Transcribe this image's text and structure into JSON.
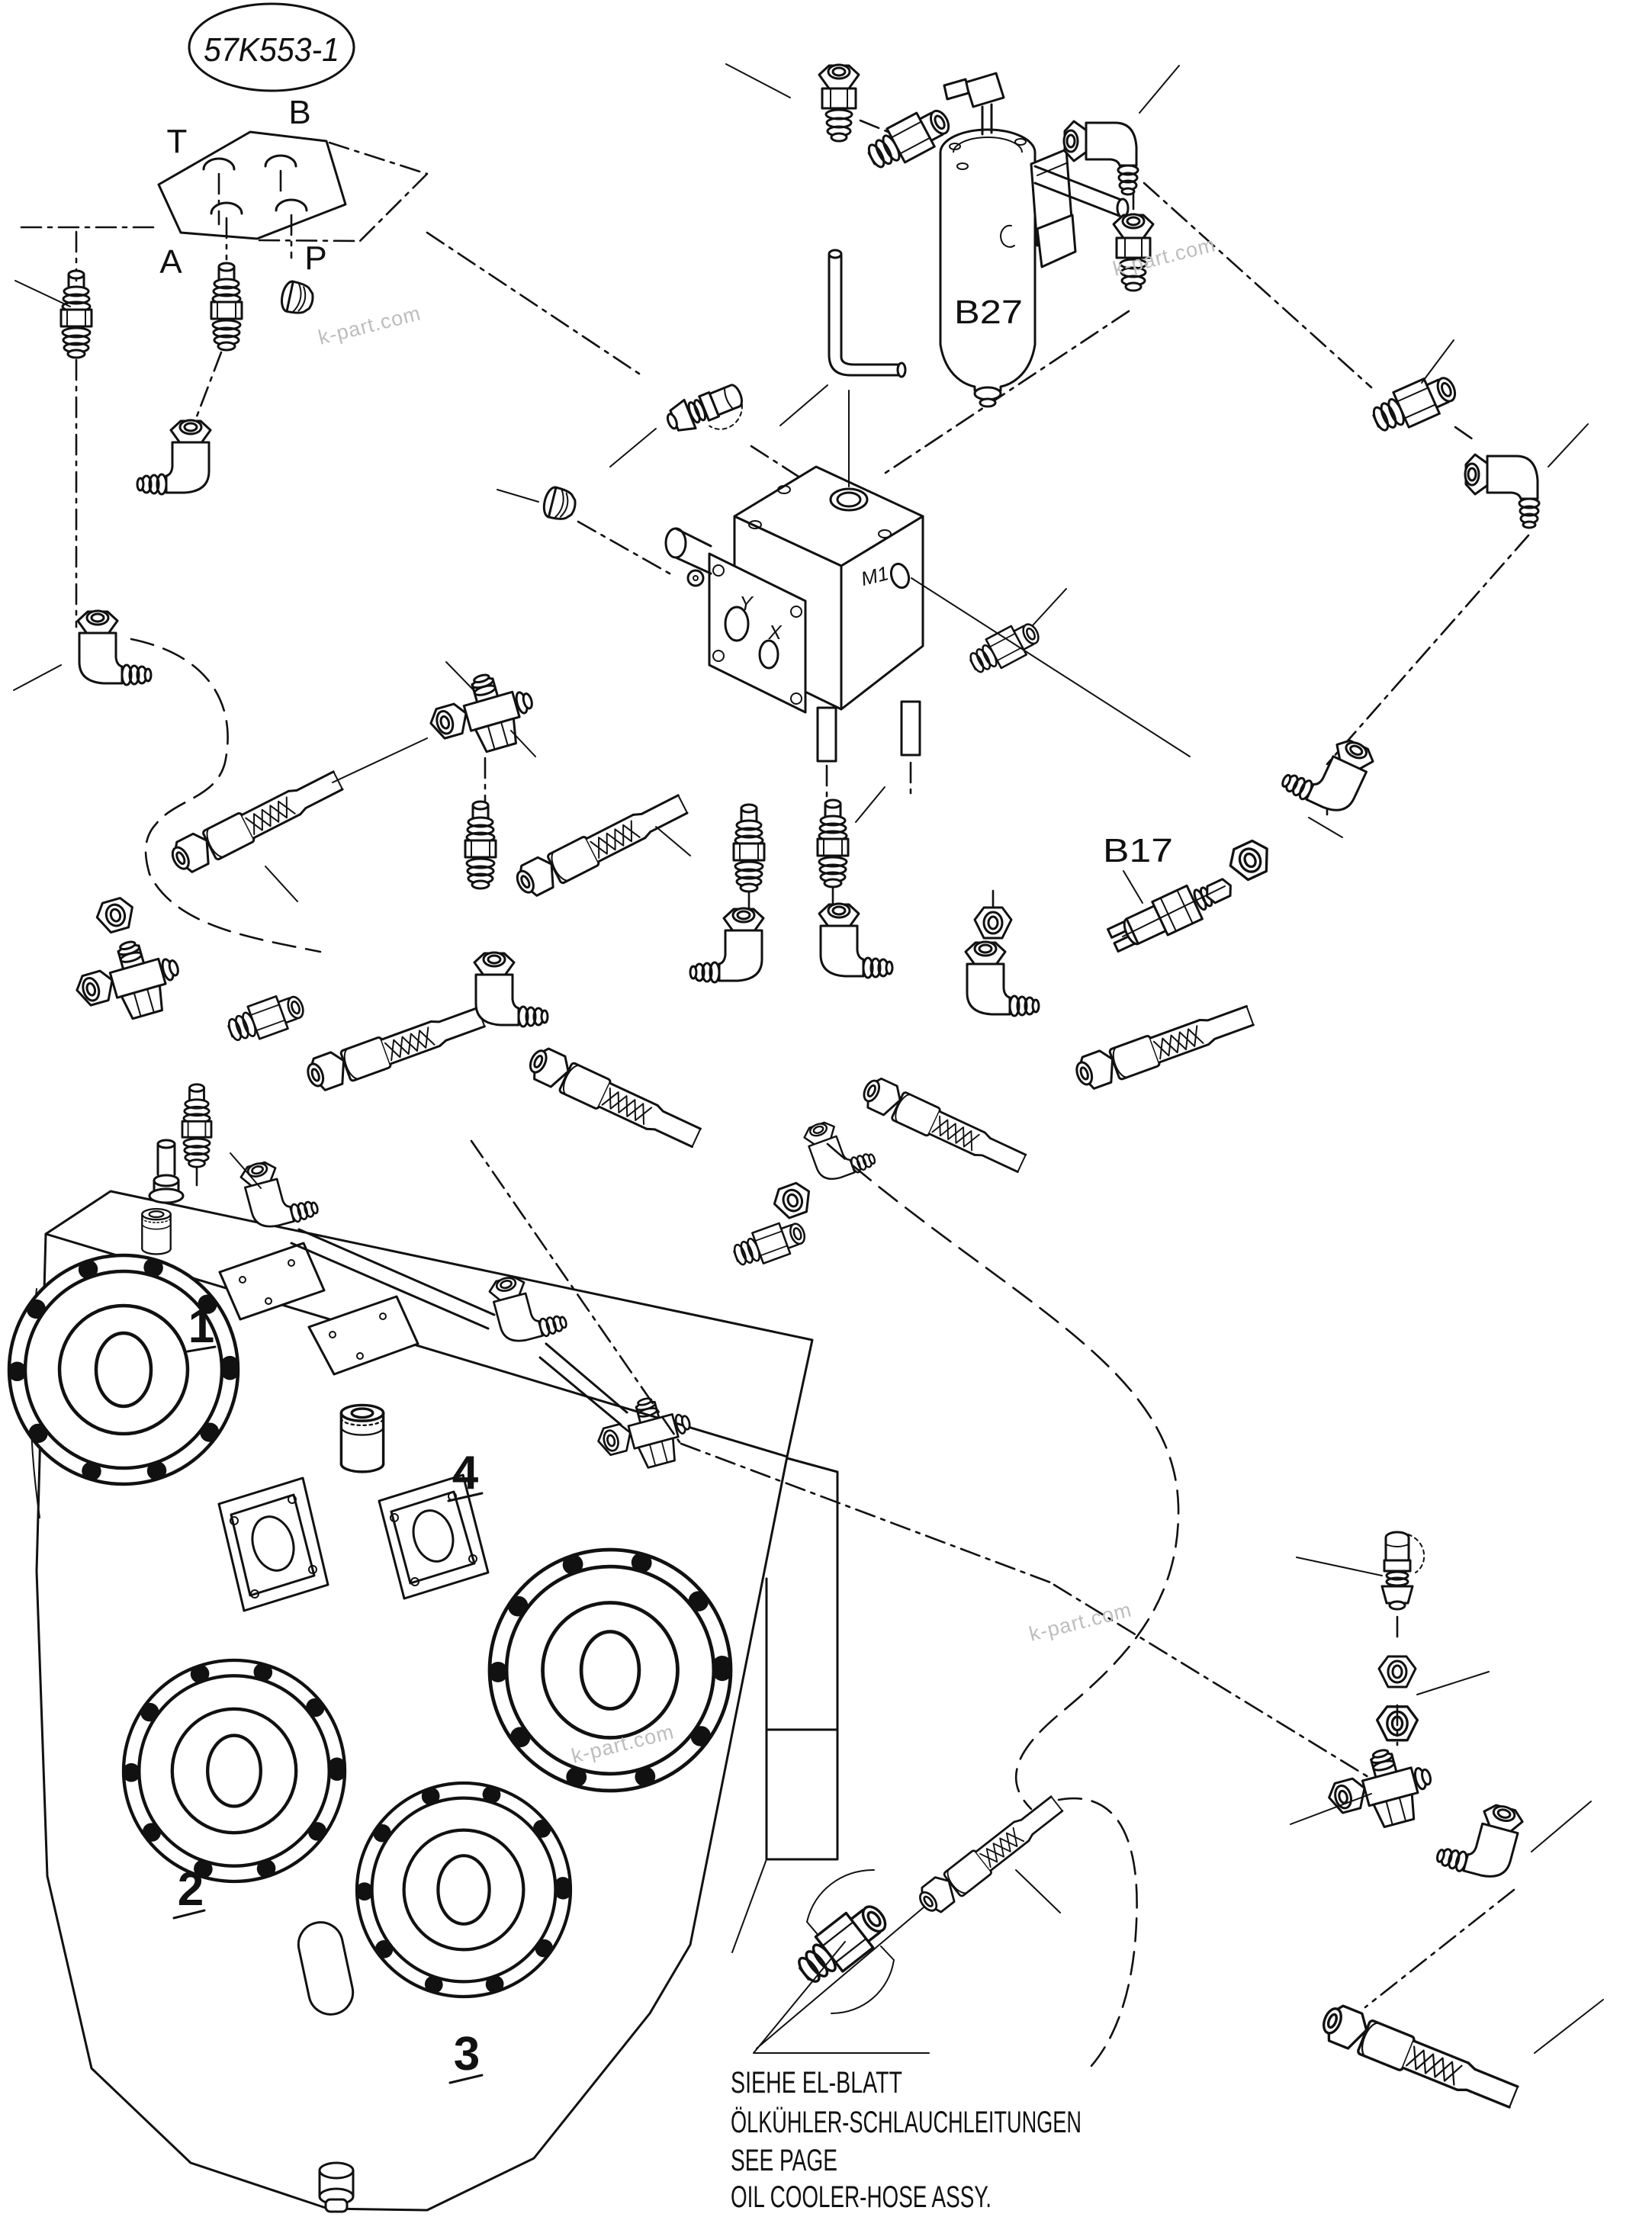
{
  "diagram": {
    "ref_bubble": "57K553-1",
    "ports": {
      "t": "T",
      "b": "B",
      "a": "A",
      "p": "P"
    },
    "valve": {
      "m1": "M1",
      "x": "X",
      "y": "Y"
    },
    "components": {
      "filter": "B27",
      "sensor": "B17"
    },
    "callouts": {
      "c1": "1",
      "c2": "2",
      "c3": "3",
      "c4": "4"
    },
    "note": {
      "line1": "SIEHE EL-BLATT",
      "line2": "ÖLKÜHLER-SCHLAUCHLEITUNGEN",
      "line3": "SEE PAGE",
      "line4": "OIL COOLER-HOSE ASSY."
    },
    "watermark": "k-part.com",
    "colors": {
      "line": "#111111",
      "watermark": "#bdbdbd",
      "background": "#ffffff"
    }
  }
}
